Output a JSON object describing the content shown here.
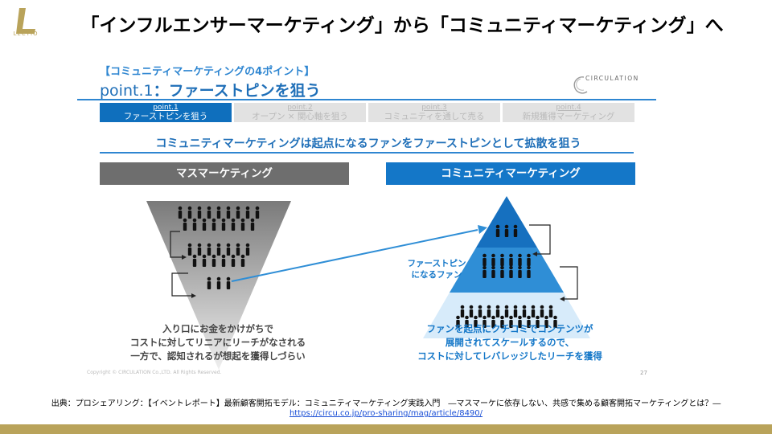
{
  "header": {
    "logo_text": "LECTIO",
    "title": "「インフルエンサーマーケティング」から「コミュニティマーケティング」へ"
  },
  "slide": {
    "category": "【コミュニティマーケティングの4ポイント】",
    "point_label": "point.1",
    "point_title": "：ファーストピンを狙う",
    "brand": "CIRCULATION",
    "tabs": [
      {
        "num": "point.1",
        "label": "ファーストピンを狙う",
        "active": true
      },
      {
        "num": "point.2",
        "label": "オープン × 関心軸を狙う",
        "active": false
      },
      {
        "num": "point.3",
        "label": "コミュニティを通して売る",
        "active": false
      },
      {
        "num": "point.4",
        "label": "新規獲得マーケティング",
        "active": false
      }
    ],
    "headline": "コミュニティマーケティングは起点になるファンをファーストピンとして拡散を狙う",
    "mass": {
      "title": "マスマーケティング",
      "caption": [
        "入り口にお金をかけがちで",
        "コストに対してリニアにリーチがなされる",
        "一方で、認知されるが想起を獲得しづらい"
      ]
    },
    "community": {
      "title": "コミュニティマーケティング",
      "first_pin": [
        "ファーストピン",
        "になるファン"
      ],
      "caption": [
        "ファンを起点にクチコミでコンテンツが",
        "展開されてスケールするので、",
        "コストに対してレバレッジしたリーチを獲得"
      ]
    },
    "copyright": "Copyright © CIRCULATION Co.,LTD. All Rights Reserved.",
    "page_number": "27",
    "colors": {
      "blue": "#1477c8",
      "gray": "#6e6e6e",
      "gold": "#b9a35a"
    }
  },
  "source": {
    "text": "出典：プロシェアリング：【イベントレポート】最新顧客開拓モデル：コミュニティマーケティング実践入門　―マスマーケに依存しない、共感で集める顧客開拓マーケティングとは？―",
    "url": "https://circu.co.jp/pro-sharing/mag/article/8490/"
  }
}
